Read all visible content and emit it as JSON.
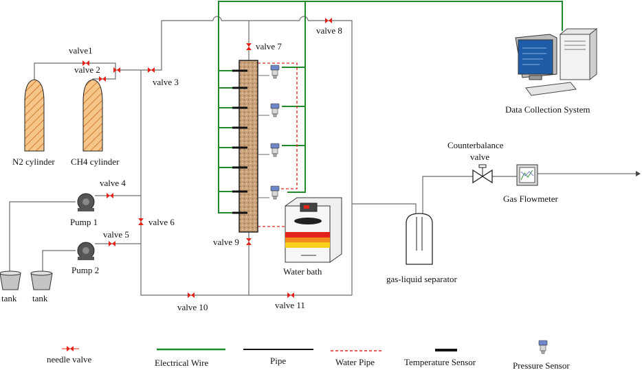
{
  "labels": {
    "valve1": "valve1",
    "valve2": "valve 2",
    "valve3": "valve 3",
    "valve4": "valve 4",
    "valve5": "valve 5",
    "valve6": "valve 6",
    "valve7": "valve 7",
    "valve8": "valve 8",
    "valve9": "valve 9",
    "valve10": "valve 10",
    "valve11": "valve 11",
    "n2_cylinder": "N2 cylinder",
    "ch4_cylinder": "CH4 cylinder",
    "pump1": "Pump 1",
    "pump2": "Pump 2",
    "tank1": "tank",
    "tank2": "tank",
    "water_bath": "Water bath",
    "separator": "gas-liquid separator",
    "counterbalance_line1": "Counterbalance",
    "counterbalance_line2": "valve",
    "flowmeter": "Gas Flowmeter",
    "data_system": "Data Collection System"
  },
  "legend": {
    "needle_valve": "needle valve",
    "electrical_wire": "Electrical Wire",
    "pipe": "Pipe",
    "water_pipe": "Water Pipe",
    "temperature_sensor": "Temperature Sensor",
    "pressure_sensor": "Pressure Sensor"
  },
  "colors": {
    "valve": "#e2231a",
    "wire": "#1f8a2a",
    "pipe": "#555555",
    "water_pipe": "#e2231a",
    "cylinder": "#f2b46c",
    "sand": "#c9a27a"
  }
}
